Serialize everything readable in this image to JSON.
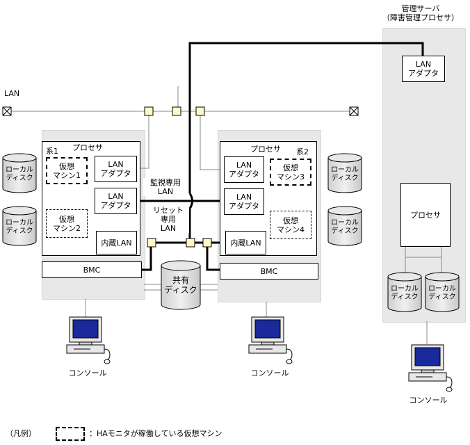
{
  "mgmt_server": {
    "title_line1": "管理サーバ",
    "title_line2": "（障害管理プロセサ）"
  },
  "lan_label": "LAN",
  "lan_adapter_line1": "LAN",
  "lan_adapter_line2": "アダプタ",
  "processor_label": "プロセサ",
  "system1": {
    "label": "系1",
    "vm1_line1": "仮想",
    "vm1_line2": "マシン1",
    "vm2_line1": "仮想",
    "vm2_line2": "マシン2"
  },
  "system2": {
    "label": "系2",
    "vm3_line1": "仮想",
    "vm3_line2": "マシン3",
    "vm4_line1": "仮想",
    "vm4_line2": "マシン4"
  },
  "builtin_lan": "内蔵LAN",
  "bmc": "BMC",
  "local_disk_line1": "ローカル",
  "local_disk_line2": "ディスク",
  "shared_disk_line1": "共有",
  "shared_disk_line2": "ディスク",
  "monitor_lan": {
    "line1": "監視専用",
    "line2": "LAN"
  },
  "reset_lan": {
    "line1": "リセット",
    "line2": "専用",
    "line3": "LAN"
  },
  "console_label": "コンソール",
  "legend": {
    "prefix": "（凡例）",
    "text": "：HAモニタが稼働している仮想マシン"
  }
}
